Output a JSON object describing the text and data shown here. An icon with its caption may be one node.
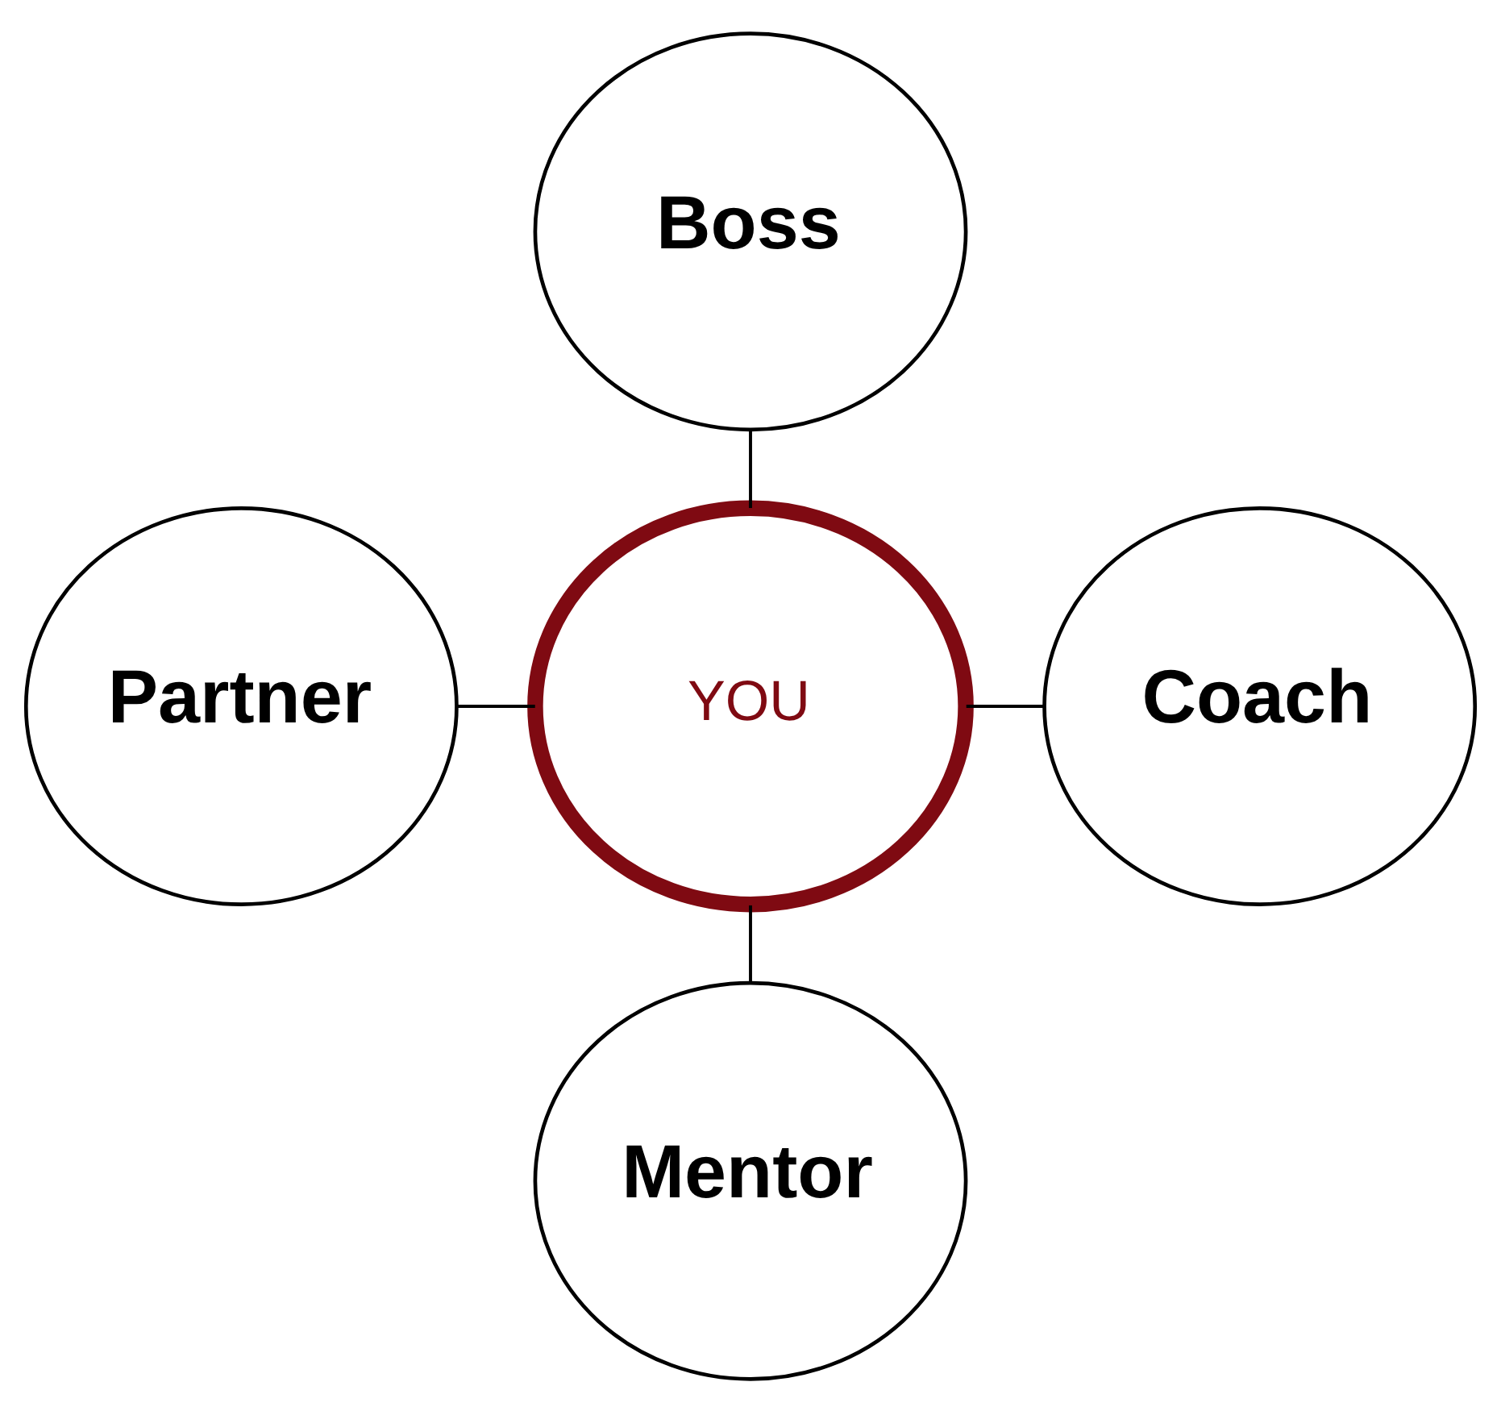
{
  "diagram": {
    "nodes": [
      {
        "text": [
          "Boss"
        ]
      },
      {
        "text": [
          "Partner"
        ]
      },
      {
        "text": [
          "YOU"
        ]
      },
      {
        "text": [
          "Coach"
        ]
      },
      {
        "text": [
          "Mentor"
        ]
      }
    ],
    "edges": [
      {
        "from": 0,
        "to": 2,
        "arrow": "none"
      },
      {
        "from": 1,
        "to": 2,
        "arrow": "none"
      },
      {
        "from": 2,
        "to": 3,
        "arrow": "none"
      },
      {
        "from": 2,
        "to": 4,
        "arrow": "none"
      }
    ]
  }
}
